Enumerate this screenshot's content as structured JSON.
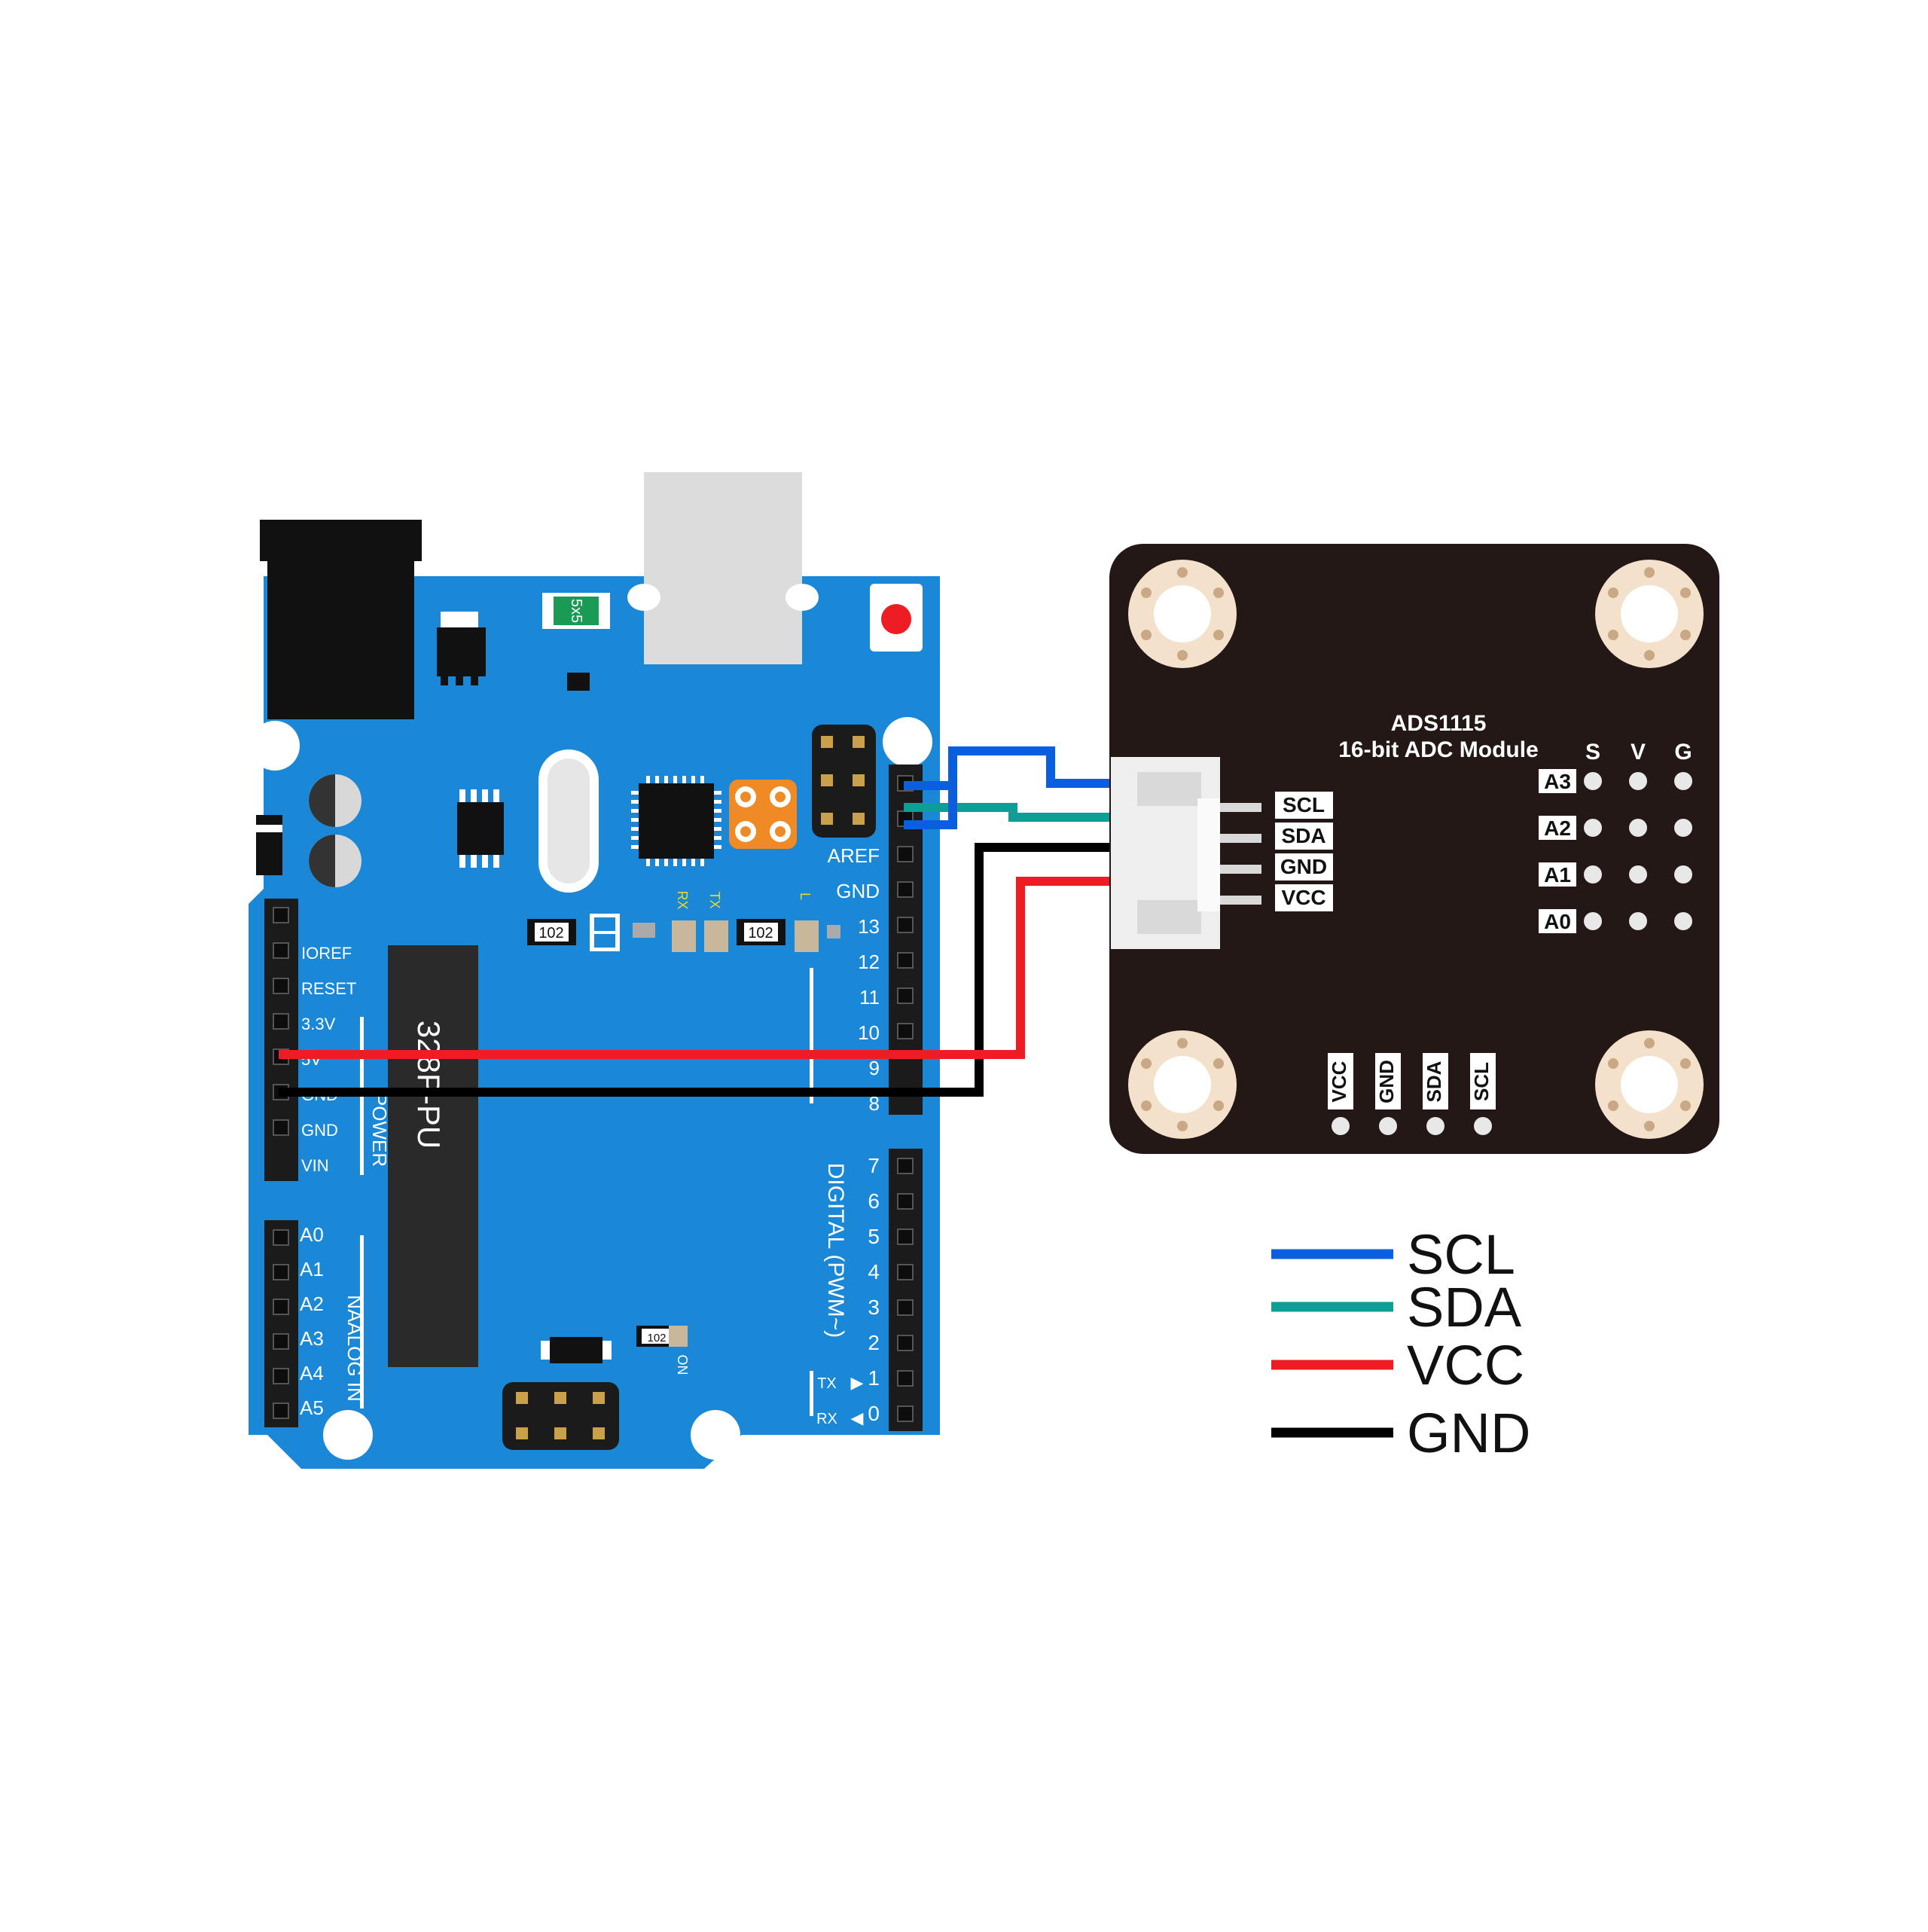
{
  "arduino": {
    "chip_label": "328P-PU",
    "fuse_label": "5x5",
    "resistor_label": "102",
    "led_labels": {
      "rx": "RX",
      "tx": "TX",
      "l": "L",
      "on": "ON"
    },
    "power_labels": [
      "IOREF",
      "RESET",
      "3.3V",
      "5V",
      "GND",
      "GND",
      "VIN"
    ],
    "power_header": "POWER",
    "analog_labels": [
      "A0",
      "A1",
      "A2",
      "A3",
      "A4",
      "A5"
    ],
    "analog_header": "NAALOG IN",
    "digital_top_labels": [
      "AREF",
      "GND",
      "13",
      "12",
      "11",
      "10",
      "9",
      "8"
    ],
    "digital_bottom_labels": [
      "7",
      "6",
      "5",
      "4",
      "3",
      "2",
      "1",
      "0"
    ],
    "digital_header": "DIGITAL  (PWM~)",
    "tx_label": "TX",
    "rx_label": "RX"
  },
  "module": {
    "title": "ADS1115",
    "subtitle": "16-bit ADC Module",
    "connector_pins": [
      "SCL",
      "SDA",
      "GND",
      "VCC"
    ],
    "column_headers": [
      "S",
      "V",
      "G"
    ],
    "channels": [
      "A3",
      "A2",
      "A1",
      "A0"
    ],
    "bottom_pins": [
      "VCC",
      "GND",
      "SDA",
      "SCL"
    ]
  },
  "legend": [
    {
      "label": "SCL",
      "color": "#0a5fe0"
    },
    {
      "label": "SDA",
      "color": "#0d9e95"
    },
    {
      "label": "VCC",
      "color": "#ee1c23"
    },
    {
      "label": "GND",
      "color": "#000000"
    }
  ],
  "colors": {
    "board": "#1a88d6",
    "module": "#231815",
    "wire_scl": "#0a5fe0",
    "wire_sda": "#0d9e95",
    "wire_vcc": "#ee1c23",
    "wire_gnd": "#000000"
  }
}
